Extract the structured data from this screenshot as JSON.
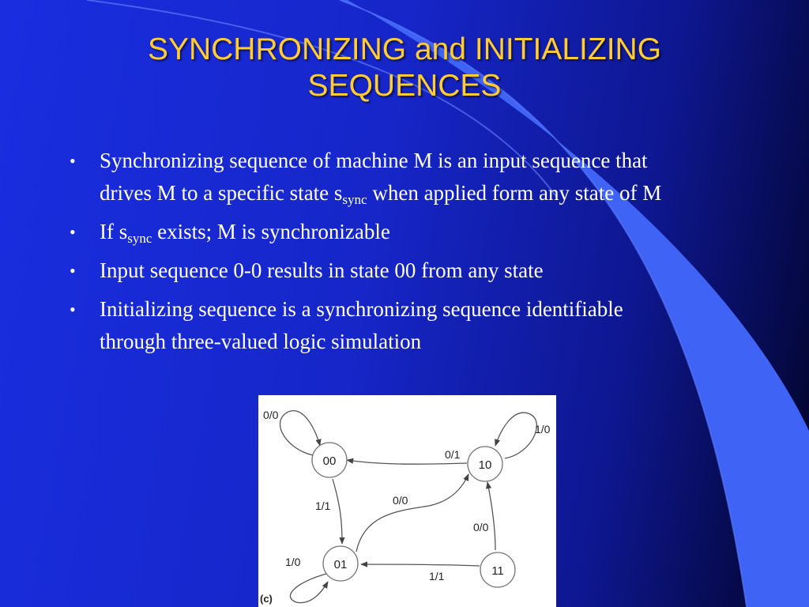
{
  "slide": {
    "title_line1": "SYNCHRONIZING and INITIALIZING",
    "title_line2": "SEQUENCES",
    "bullets": [
      {
        "before": "Synchronizing sequence of machine M is an input sequence that drives M to a specific state s",
        "sub": "sync",
        "after": " when applied form any state of M"
      },
      {
        "before": "If s",
        "sub": "sync",
        "after": " exists; M is synchronizable"
      },
      {
        "before": "Input sequence 0-0 results in state 00 from any state",
        "sub": "",
        "after": ""
      },
      {
        "before": "Initializing sequence is a synchronizing sequence identifiable through three-valued logic simulation",
        "sub": "",
        "after": ""
      }
    ],
    "bullet_glyph": "•"
  },
  "diagram": {
    "states": {
      "s00": "00",
      "s10": "10",
      "s01": "01",
      "s11": "11"
    },
    "edges": {
      "self00": "0/0",
      "self10": "1/0",
      "e10_00": "0/1",
      "e00_01": "1/1",
      "e01_10": "0/0",
      "e11_10": "0/0",
      "self01": "1/0",
      "e11_01": "1/1"
    },
    "panel_label": "(c)"
  },
  "colors": {
    "title": "#ffcc33",
    "text": "#ffffff",
    "background_blue": "#1626c8",
    "accent_blue": "#3f64f5"
  }
}
